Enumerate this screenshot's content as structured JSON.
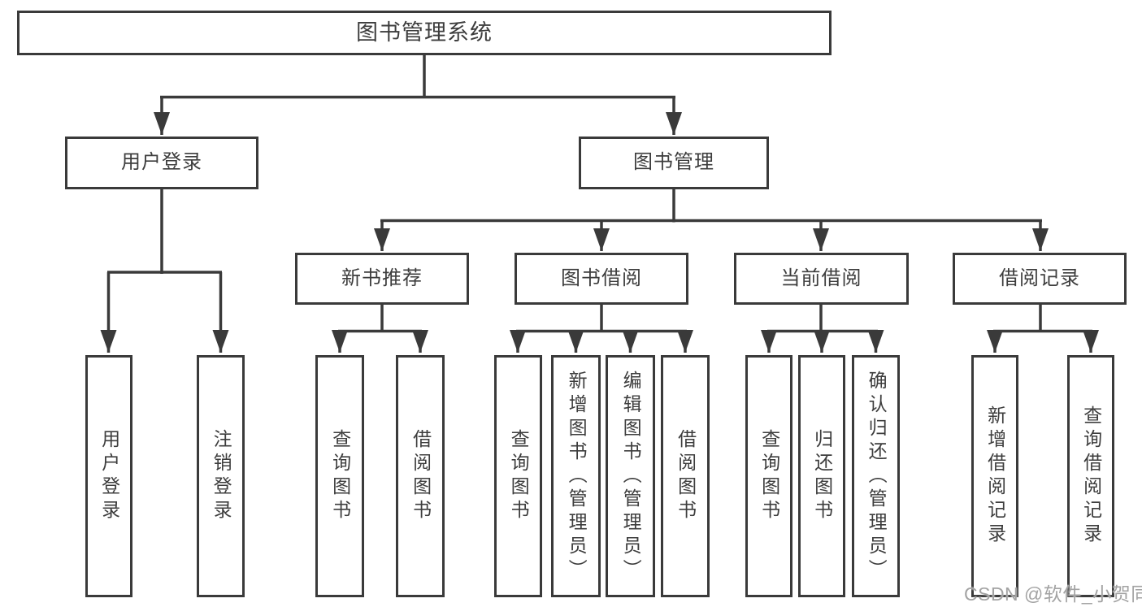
{
  "diagram": {
    "root": {
      "label": "图书管理系统"
    },
    "branches": {
      "user_login": {
        "label": "用户登录",
        "children": {
          "login": {
            "label": "用户登录"
          },
          "logout": {
            "label": "注销登录"
          }
        }
      },
      "book_mgmt": {
        "label": "图书管理",
        "sections": {
          "new_book": {
            "label": "新书推荐",
            "children": {
              "query": {
                "label": "查询图书"
              },
              "borrow": {
                "label": "借阅图书"
              }
            }
          },
          "borrowing": {
            "label": "图书借阅",
            "children": {
              "query": {
                "label": "查询图书"
              },
              "add": {
                "label": "新增图书（管理员）"
              },
              "edit": {
                "label": "编辑图书（管理员）"
              },
              "borrow": {
                "label": "借阅图书"
              }
            }
          },
          "current": {
            "label": "当前借阅",
            "children": {
              "query": {
                "label": "查询图书"
              },
              "return": {
                "label": "归还图书"
              },
              "confirm": {
                "label": "确认归还（管理员）"
              }
            }
          },
          "records": {
            "label": "借阅记录",
            "children": {
              "add": {
                "label": "新增借阅记录"
              },
              "query": {
                "label": "查询借阅记录"
              }
            }
          }
        }
      }
    }
  },
  "watermark": {
    "text": "CSDN @软件_小贺同学"
  },
  "colors": {
    "line": "#3a3a3a",
    "text": "#3d3d3d",
    "box_background": "#ffffff",
    "page_background": "#ffffff",
    "watermark": "#a3a3a3"
  }
}
